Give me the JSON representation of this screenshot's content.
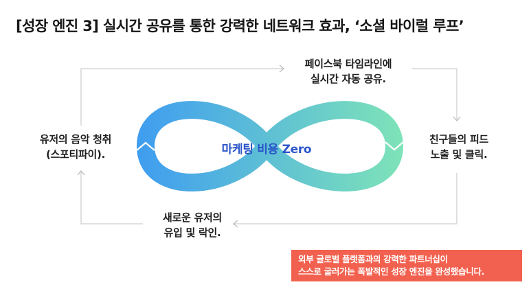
{
  "title": "[성장 엔진 3] 실시간 공유를 통한 강력한 네트워크 효과, ‘소셜 바이럴 루프’",
  "center_label": "마케팅 비용 Zero",
  "steps": {
    "top": [
      "페이스북 타임라인에",
      "실시간 자동 공유."
    ],
    "right": [
      "친구들의 피드",
      "노출 및 클릭."
    ],
    "bottom": [
      "새로운 유저의",
      "유입 및 락인."
    ],
    "left": [
      "유저의 음악 청취",
      "(스포티파이)."
    ]
  },
  "note": [
    "외부 글로벌 플랫폼과의 강력한 파트너십이",
    "스스로 굴러가는 폭발적인 성장 엔진을 완성했습니다."
  ],
  "colors": {
    "loop_start": "#3f9df0",
    "loop_end": "#7ee3b8",
    "center_text": "#2a55c9",
    "note_bg": "#f2614f",
    "arrow": "#cfcfcf"
  }
}
